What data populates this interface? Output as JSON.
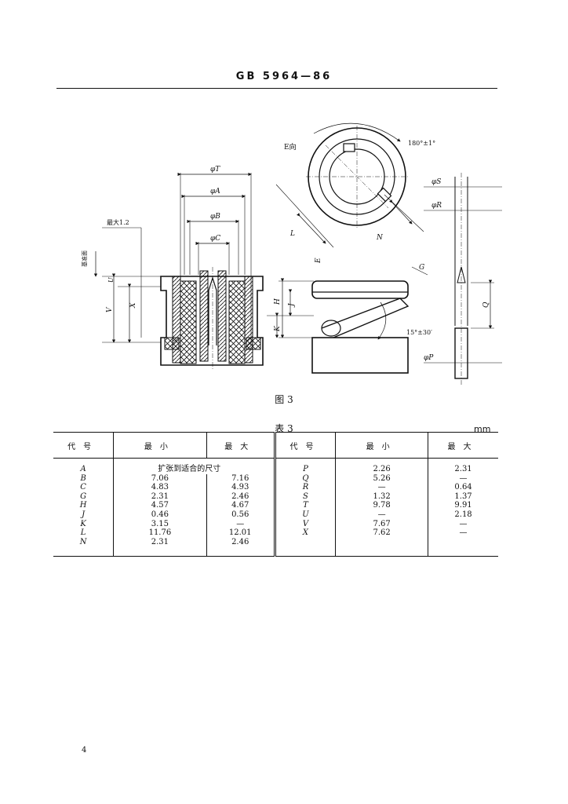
{
  "header": {
    "standard_number": "GB 5964—86"
  },
  "figure": {
    "caption": "图 3",
    "labels": {
      "phi_T": "φT",
      "phi_A": "φA",
      "phi_B": "φB",
      "phi_C": "φC",
      "max_12": "最大1.2",
      "reference_plane": "基准面",
      "U": "U",
      "V": "V",
      "X": "X",
      "E_view": "E向",
      "angle_180": "180°±1°",
      "L": "L",
      "N": "N",
      "E": "E",
      "H": "H",
      "J": "J",
      "K": "K",
      "G": "G",
      "angle_15_30": "15°±30′",
      "phi_S": "φS",
      "phi_R": "φR",
      "Q": "Q",
      "phi_P": "φP"
    }
  },
  "table": {
    "caption": "表 3",
    "unit": "mm",
    "headers": [
      "代号",
      "最小",
      "最大",
      "代号",
      "最小",
      "最大"
    ],
    "left_rows": [
      {
        "code": "A",
        "min": "扩张到适合的尺寸",
        "max": ""
      },
      {
        "code": "B",
        "min": "7.06",
        "max": "7.16"
      },
      {
        "code": "C",
        "min": "4.83",
        "max": "4.93"
      },
      {
        "code": "G",
        "min": "2.31",
        "max": "2.46"
      },
      {
        "code": "H",
        "min": "4.57",
        "max": "4.67"
      },
      {
        "code": "J",
        "min": "0.46",
        "max": "0.56"
      },
      {
        "code": "K",
        "min": "3.15",
        "max": "—"
      },
      {
        "code": "L",
        "min": "11.76",
        "max": "12.01"
      },
      {
        "code": "N",
        "min": "2.31",
        "max": "2.46"
      }
    ],
    "right_rows": [
      {
        "code": "P",
        "min": "2.26",
        "max": "2.31"
      },
      {
        "code": "Q",
        "min": "5.26",
        "max": "—"
      },
      {
        "code": "R",
        "min": "—",
        "max": "0.64"
      },
      {
        "code": "S",
        "min": "1.32",
        "max": "1.37"
      },
      {
        "code": "T",
        "min": "9.78",
        "max": "9.91"
      },
      {
        "code": "U",
        "min": "—",
        "max": "2.18"
      },
      {
        "code": "V",
        "min": "7.67",
        "max": "—"
      },
      {
        "code": "X",
        "min": "7.62",
        "max": "—"
      },
      {
        "code": "",
        "min": "",
        "max": ""
      }
    ]
  },
  "footer": {
    "page_number": "4"
  }
}
